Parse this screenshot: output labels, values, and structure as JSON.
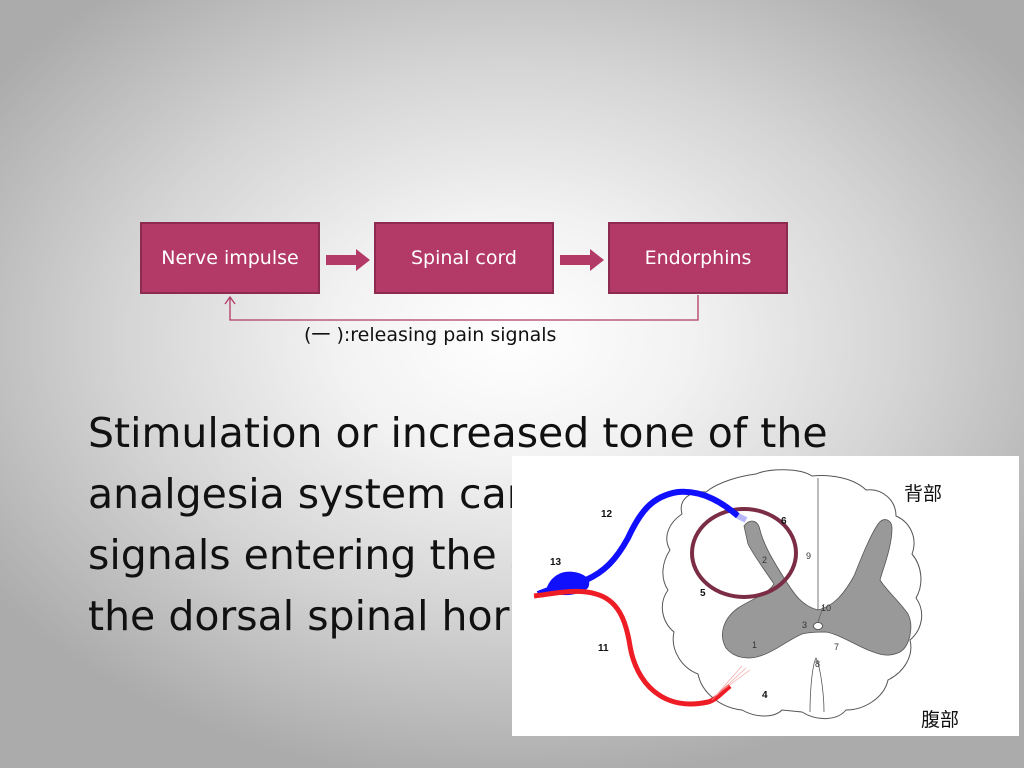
{
  "flow": {
    "box1": "Nerve impulse",
    "box2": "Spinal cord",
    "box3": "Endorphins",
    "feedback_label": "(一 ):releasing pain signals",
    "colors": {
      "box_fill": "#b33a66",
      "box_border": "#8c2a4f",
      "arrow": "#b33a66"
    }
  },
  "main_text": {
    "line1": "Stimulation or increased tone of the",
    "line2": "analgesia system can",
    "line3": "signals entering the s",
    "line4": "the dorsal spinal hor"
  },
  "figure": {
    "label_dorsal": "背部",
    "label_ventral": "腹部",
    "numbers": [
      "12",
      "13",
      "5",
      "11",
      "4",
      "1",
      "2",
      "3",
      "6",
      "7",
      "8",
      "9",
      "10"
    ],
    "colors": {
      "afferent": "#1010ff",
      "efferent": "#ee1c24",
      "grey_matter": "#9a9a9a",
      "highlight": "#7b2d45"
    }
  }
}
